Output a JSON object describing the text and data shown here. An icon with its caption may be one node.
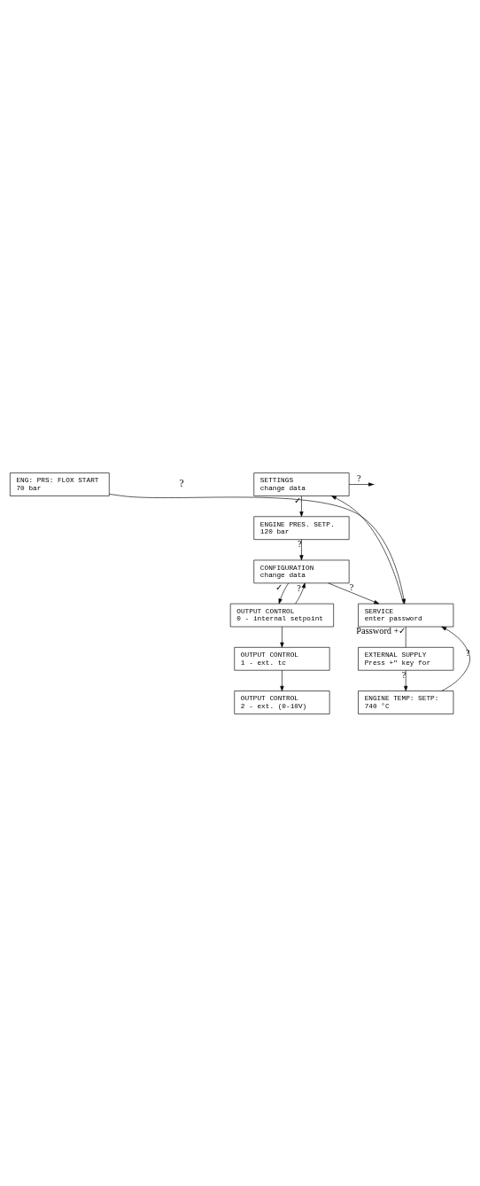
{
  "diagram": {
    "nodes": [
      {
        "text": [
          "SETTINGS",
          "change data"
        ]
      },
      {
        "text": [
          "ENGINE PRES. SETP.",
          "120 bar"
        ]
      },
      {
        "text": [
          "CONFIGURATION",
          "change data"
        ]
      },
      {
        "text": [
          "OUTPUT CONTROL",
          "0 - internal setpoint"
        ]
      },
      {
        "text": [
          "OUTPUT CONTROL",
          "1 - ext. tc"
        ]
      },
      {
        "text": [
          "OUTPUT CONTROL",
          "2 - ext. (0-10V)"
        ]
      },
      {
        "text": [
          "SERVICE",
          "enter password"
        ]
      },
      {
        "text": [
          "EXTERNAL SUPPLY",
          "Press +\" key for"
        ]
      },
      {
        "text": [
          "ENGINE TEMP: SETP:",
          "740 °C"
        ]
      },
      {
        "text": [
          "ENG: PRS: FLOX START",
          "70 bar"
        ]
      }
    ],
    "edges": [
      {
        "from": 0,
        "to": null,
        "arrow": "to",
        "label": "?"
      },
      {
        "from": 6,
        "to": 0,
        "arrow": "to"
      },
      {
        "from": 0,
        "to": 1,
        "arrow": "to",
        "label": "✓"
      },
      {
        "from": 1,
        "to": 2,
        "arrow": "to",
        "label": "?"
      },
      {
        "from": 2,
        "to": 3,
        "arrow": "to",
        "label": "✓"
      },
      {
        "from": 3,
        "to": 2,
        "arrow": "to",
        "label": "?"
      },
      {
        "from": 2,
        "to": 6,
        "arrow": "to",
        "label": "?"
      },
      {
        "from": 3,
        "to": 4,
        "arrow": "to"
      },
      {
        "from": 4,
        "to": 5,
        "arrow": "to"
      },
      {
        "from": 6,
        "to": 7,
        "arrow": "none",
        "label": "Password +✓"
      },
      {
        "from": 7,
        "to": 8,
        "arrow": "to",
        "label": "?"
      },
      {
        "from": 8,
        "to": 6,
        "arrow": "to",
        "label": "?"
      },
      {
        "from": 9,
        "to": 6,
        "arrow": "to"
      }
    ],
    "labels": [
      "?"
    ]
  }
}
